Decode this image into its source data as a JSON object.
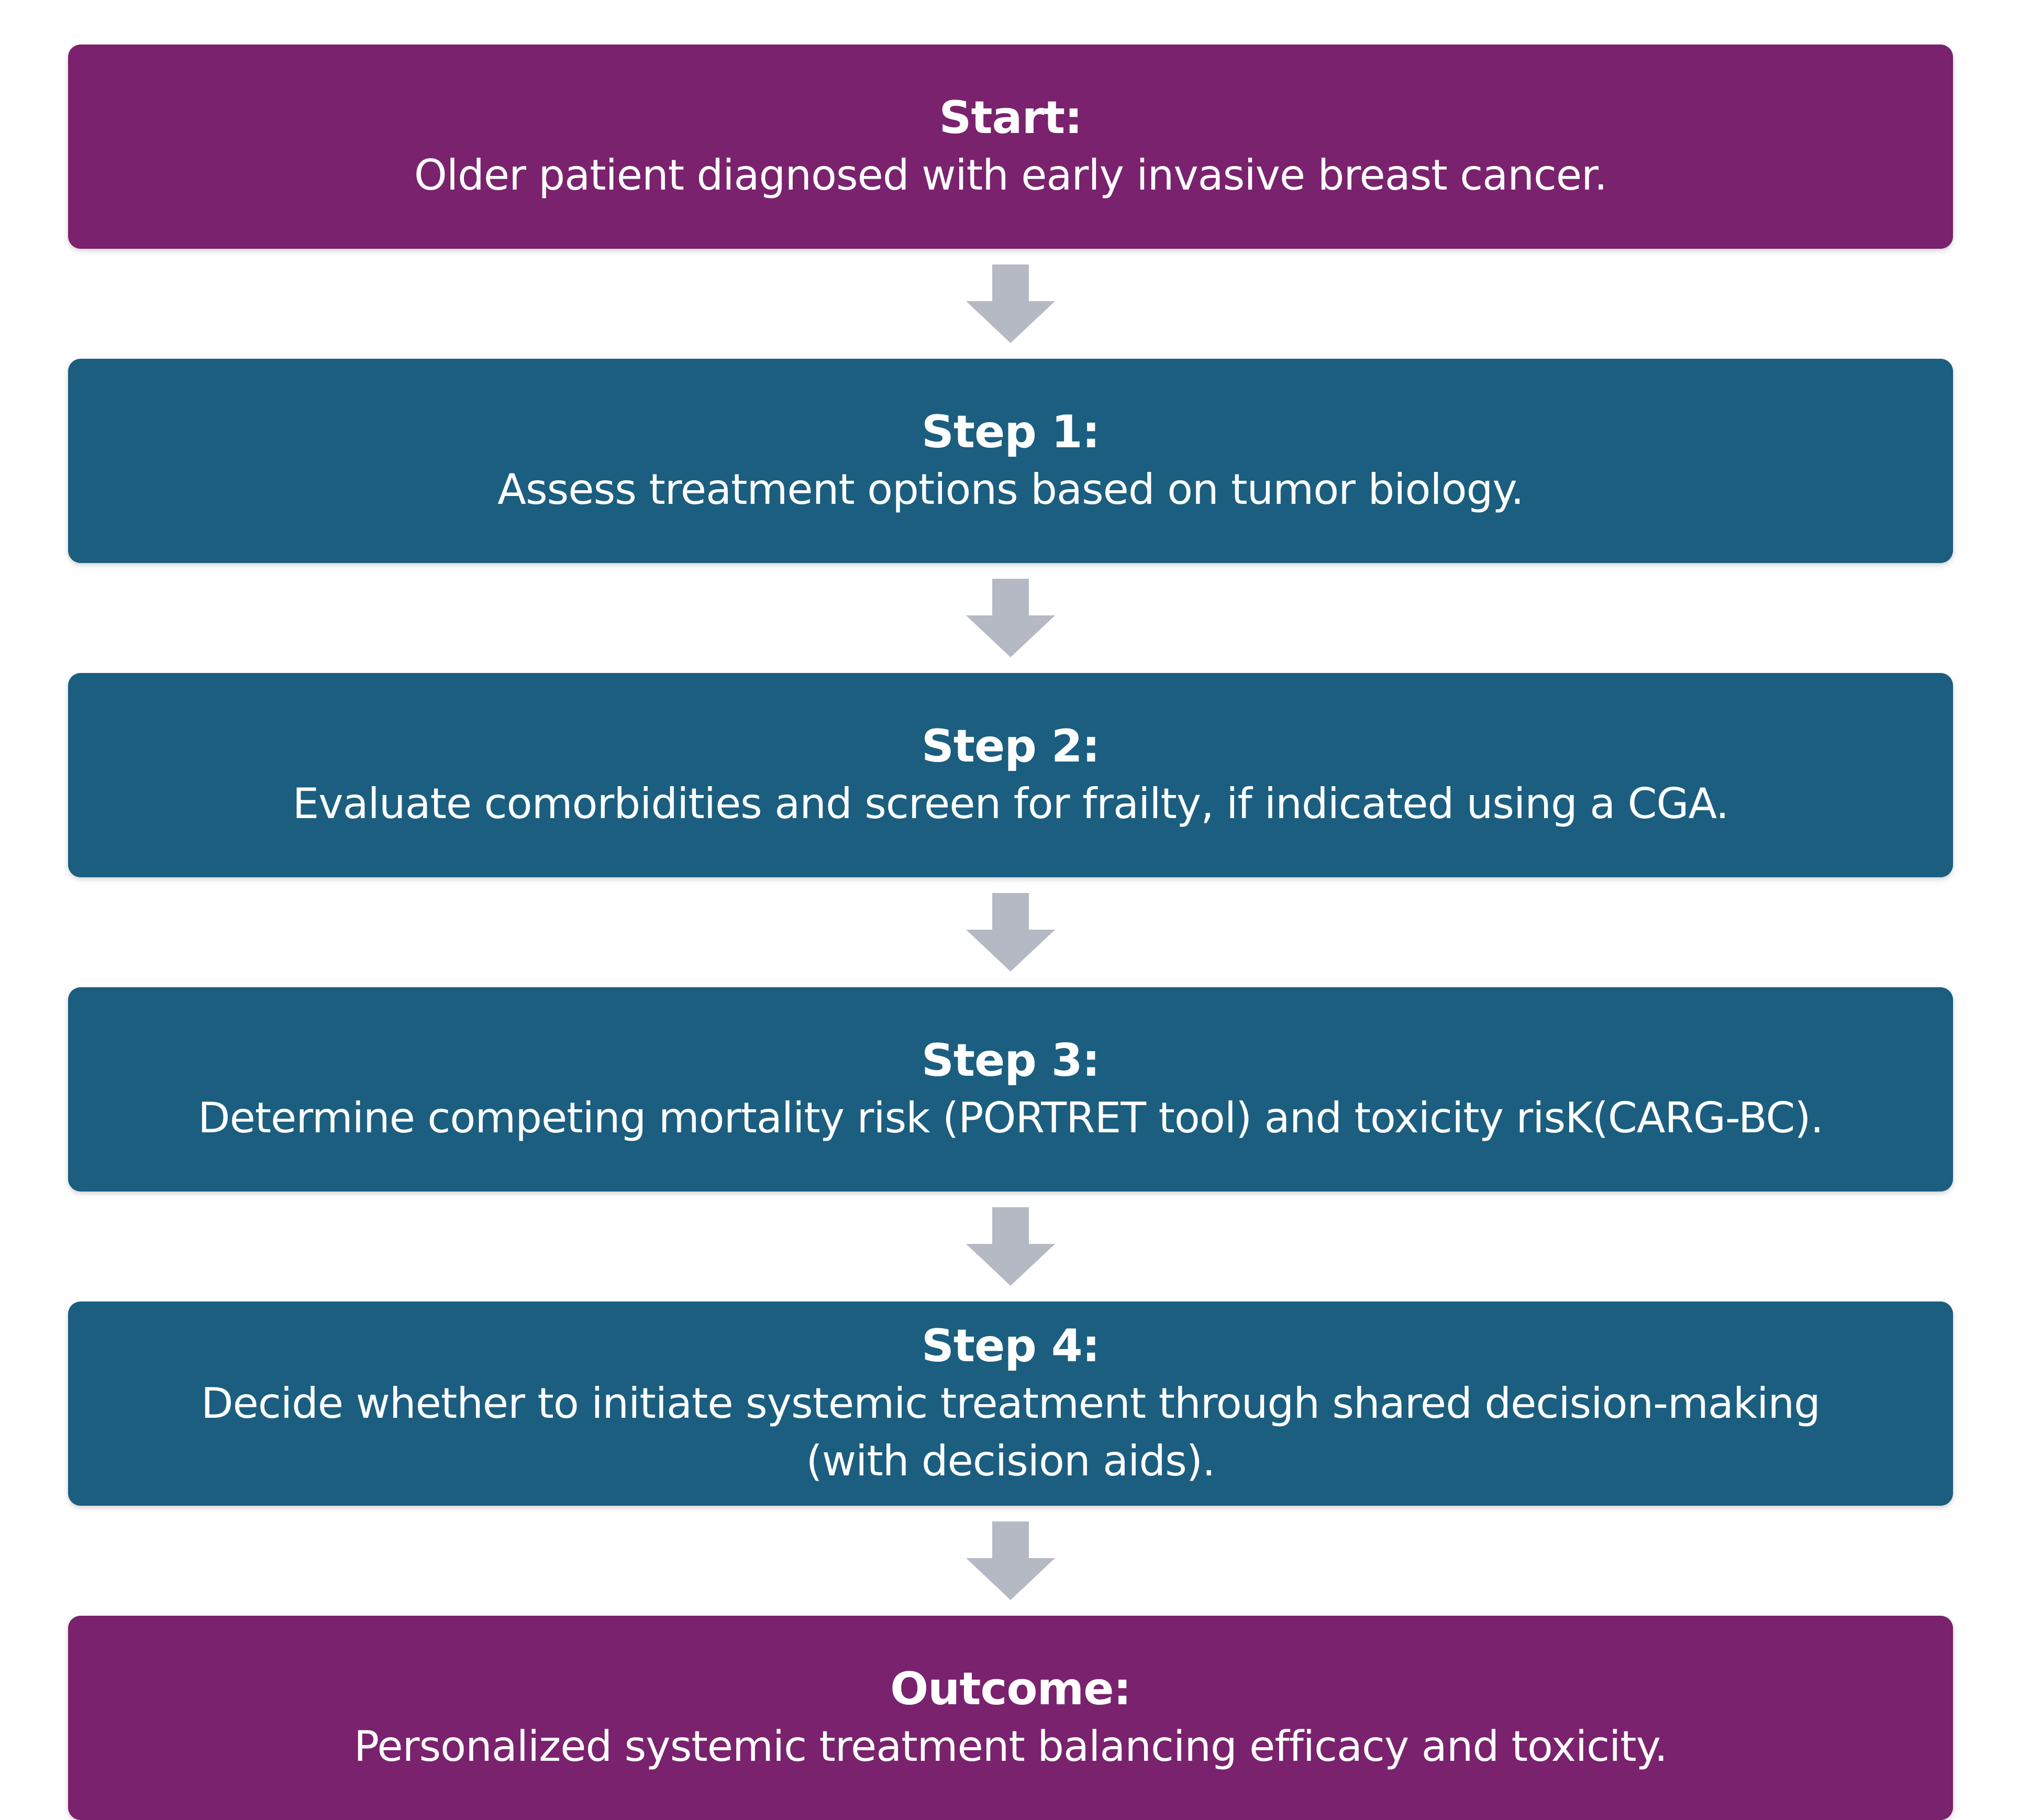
{
  "steps": [
    {
      "title": "Start:",
      "text": "Older patient diagnosed with early invasive breast cancer.",
      "color": "#7a226e"
    },
    {
      "title": "Step 1:",
      "text": "Assess treatment options based on tumor biology.",
      "color": "#1b5e80"
    },
    {
      "title": "Step 2:",
      "text": "Evaluate comorbidities and screen for frailty, if indicated using a CGA.",
      "color": "#1b5e80"
    },
    {
      "title": "Step 3:",
      "text": "Determine competing mortality risk (PORTRET tool) and toxicity risK(CARG-BC).",
      "color": "#1b5e80"
    },
    {
      "title": "Step 4:",
      "text": "Decide whether to initiate systemic treatment through shared decision-making\n(with decision aids).",
      "color": "#1b5e80"
    },
    {
      "title": "Outcome:",
      "text": "Personalized systemic treatment balancing efficacy and toxicity.",
      "color": "#7a226e"
    }
  ],
  "arrow_color": "#b4b9c3"
}
